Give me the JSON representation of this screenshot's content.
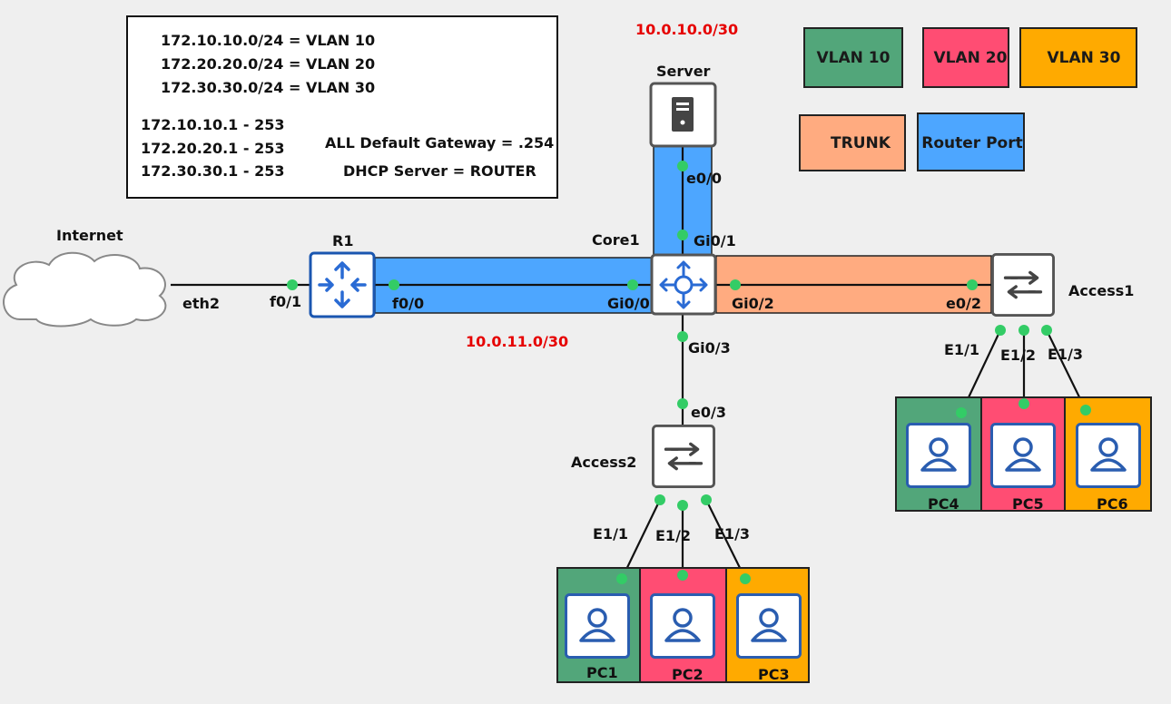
{
  "info_box": {
    "vlan_lines": [
      "172.10.10.0/24 = VLAN 10",
      "172.20.20.0/24 = VLAN 20",
      "172.30.30.0/24 = VLAN 30"
    ],
    "ranges": [
      "172.10.10.1 - 253",
      "172.20.20.1 - 253",
      "172.30.30.1 - 253"
    ],
    "gateway": "ALL Default Gateway = .254",
    "dhcp": "DHCP Server = ROUTER"
  },
  "legend": {
    "vlan10": "VLAN 10",
    "vlan20": "VLAN 20",
    "vlan30": "VLAN 30",
    "trunk": "TRUNK",
    "router_port": "Router Port"
  },
  "colors": {
    "vlan10": "#52a67a",
    "vlan20": "#ff4d73",
    "vlan30": "#ffaa00",
    "trunk": "#ffab80",
    "router_port": "#4da6ff",
    "port_dot": "#33cc66",
    "device_border": "#555555",
    "router_border": "#1a56b0",
    "pc_blue": "#2a5db0"
  },
  "subnets": {
    "server_link": "10.0.10.0/30",
    "router_link": "10.0.11.0/30"
  },
  "devices": {
    "internet": "Internet",
    "r1": "R1",
    "core1": "Core1",
    "server": "Server",
    "access1": "Access1",
    "access2": "Access2"
  },
  "ports": {
    "eth2": "eth2",
    "r1_f0_1": "f0/1",
    "r1_f0_0": "f0/0",
    "core_gi0_0": "Gi0/0",
    "core_gi0_1": "Gi0/1",
    "core_gi0_2": "Gi0/2",
    "core_gi0_3": "Gi0/3",
    "server_e0_0": "e0/0",
    "access1_e0_2": "e0/2",
    "access2_e0_3": "e0/3",
    "a1_e1_1": "E1/1",
    "a1_e1_2": "E1/2",
    "a1_e1_3": "E1/3",
    "a2_e1_1": "E1/1",
    "a2_e1_2": "E1/2",
    "a2_e1_3": "E1/3"
  },
  "pcs": {
    "pc1": "PC1",
    "pc2": "PC2",
    "pc3": "PC3",
    "pc4": "PC4",
    "pc5": "PC5",
    "pc6": "PC6"
  }
}
